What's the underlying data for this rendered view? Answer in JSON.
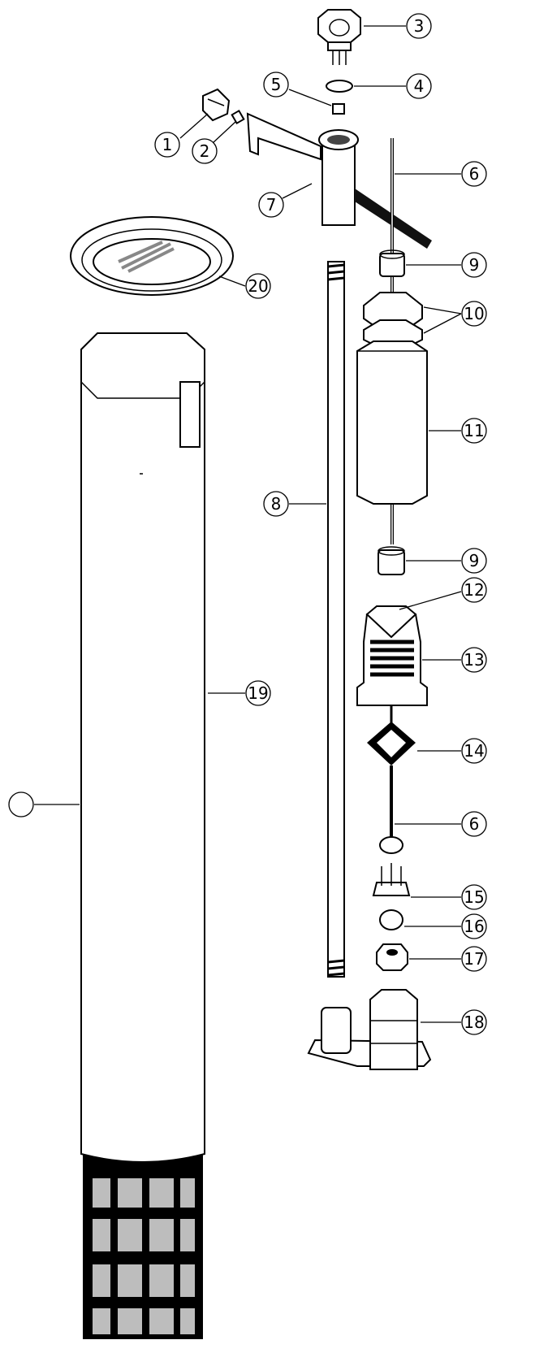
{
  "callouts": [
    {
      "id": "c1",
      "label": "1"
    },
    {
      "id": "c2",
      "label": "2"
    },
    {
      "id": "c3",
      "label": "3"
    },
    {
      "id": "c4",
      "label": "4"
    },
    {
      "id": "c5",
      "label": "5"
    },
    {
      "id": "c6a",
      "label": "6"
    },
    {
      "id": "c7",
      "label": "7"
    },
    {
      "id": "c8",
      "label": "8"
    },
    {
      "id": "c9a",
      "label": "9"
    },
    {
      "id": "c10",
      "label": "10"
    },
    {
      "id": "c11",
      "label": "11"
    },
    {
      "id": "c9b",
      "label": "9"
    },
    {
      "id": "c12",
      "label": "12"
    },
    {
      "id": "c13",
      "label": "13"
    },
    {
      "id": "c14",
      "label": "14"
    },
    {
      "id": "c6b",
      "label": "6"
    },
    {
      "id": "c15",
      "label": "15"
    },
    {
      "id": "c16",
      "label": "16"
    },
    {
      "id": "c17",
      "label": "17"
    },
    {
      "id": "c18",
      "label": "18"
    },
    {
      "id": "c19",
      "label": "19"
    },
    {
      "id": "c20",
      "label": "20"
    },
    {
      "id": "cblank",
      "label": ""
    }
  ]
}
